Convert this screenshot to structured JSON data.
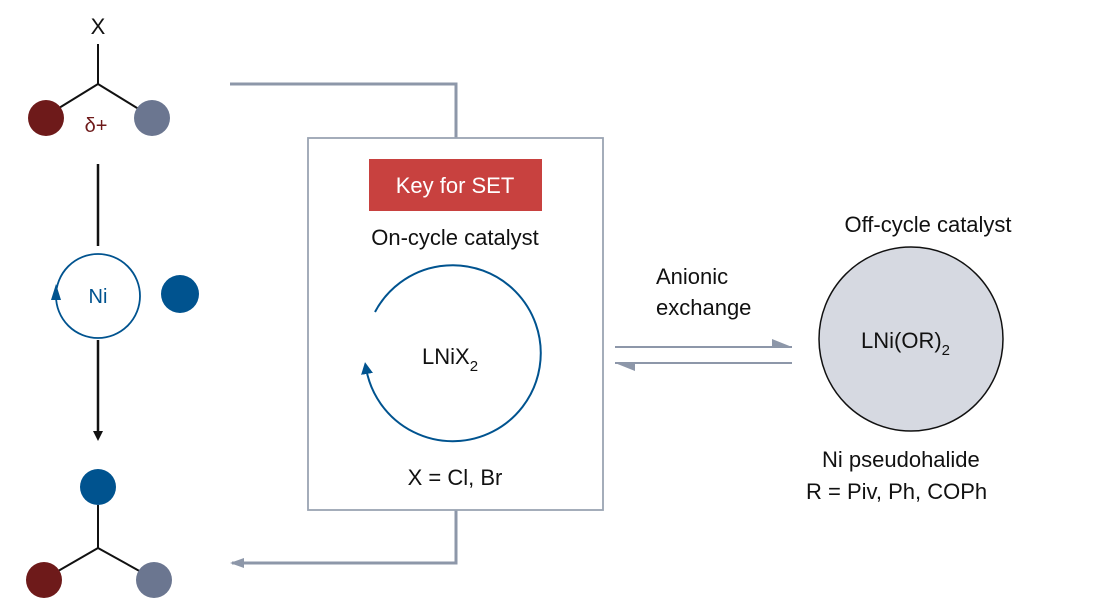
{
  "substrate": {
    "leaving_group": "X",
    "partial_charge": "δ+"
  },
  "ni_cycle": {
    "label": "Ni"
  },
  "key_box": {
    "badge": "Key for SET",
    "title": "On-cycle catalyst",
    "complex_main": "LNiX",
    "complex_sub": "2",
    "note": "X = Cl, Br"
  },
  "exchange": {
    "line1": "Anionic",
    "line2": "exchange"
  },
  "off_cycle": {
    "title": "Off-cycle catalyst",
    "complex_main": "LNi(OR)",
    "complex_sub": "2",
    "caption1": "Ni pseudohalide",
    "caption2": "R = Piv, Ph, COPh"
  },
  "colors": {
    "dark_red": "#6e1a1a",
    "slate": "#6b7690",
    "blue": "#00538f",
    "badge_red": "#c8413f",
    "connector": "#8d97a9",
    "box_border": "#9aa4b2",
    "off_cycle_fill": "#d6d9e1"
  }
}
